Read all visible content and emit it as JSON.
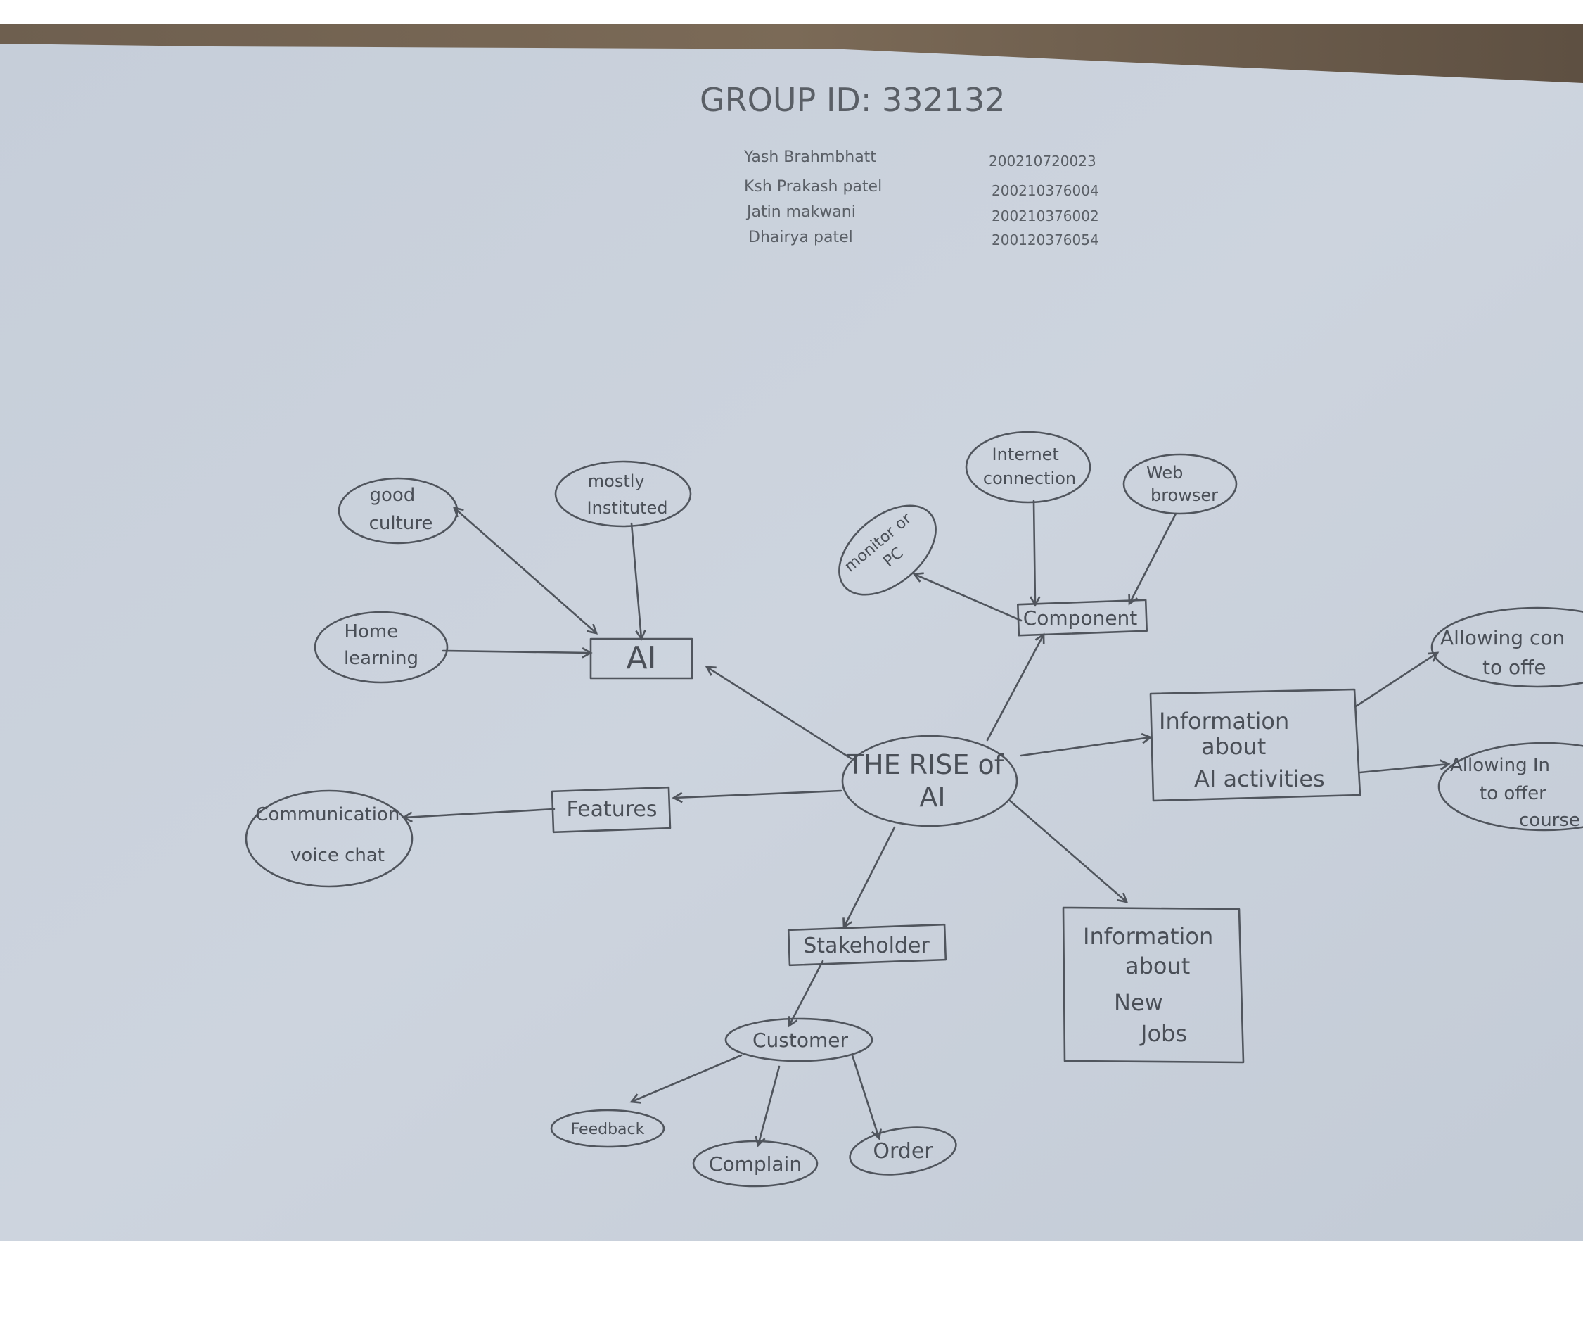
{
  "header": {
    "group_id": "GROUP ID: 332132",
    "members": [
      {
        "name": "Yash Brahmbhatt",
        "id": "200210720023"
      },
      {
        "name": "Ksh Prakash patel",
        "id": "200210376004"
      },
      {
        "name": "Jatin makwani",
        "id": "200210376002"
      },
      {
        "name": "Dhairya patel",
        "id": "200120376054"
      }
    ]
  },
  "mindmap": {
    "center": "THE RISE of AI",
    "ai_branch": {
      "label": "AI",
      "children": [
        "good culture",
        "mostly Instituted",
        "Home learning"
      ]
    },
    "component_branch": {
      "label": "Component",
      "children": [
        "Internet connection",
        "Web browser",
        "monitor or PC"
      ]
    },
    "features_branch": {
      "label": "Features",
      "children": [
        "Communication voice chat"
      ]
    },
    "stakeholder_branch": {
      "label": "Stakeholder",
      "customer": "Customer",
      "customer_children": [
        "Feedback",
        "Complain",
        "Order"
      ]
    },
    "info_ai": {
      "label": "Information about AI activities",
      "children": [
        "Allowing con to offe",
        "Allowing In to offer course"
      ]
    },
    "info_jobs": "Information about New Jobs"
  },
  "colors": {
    "paper": "#c9d1dc",
    "ink": "#4a4f57",
    "table_top": "#6b5a48"
  }
}
